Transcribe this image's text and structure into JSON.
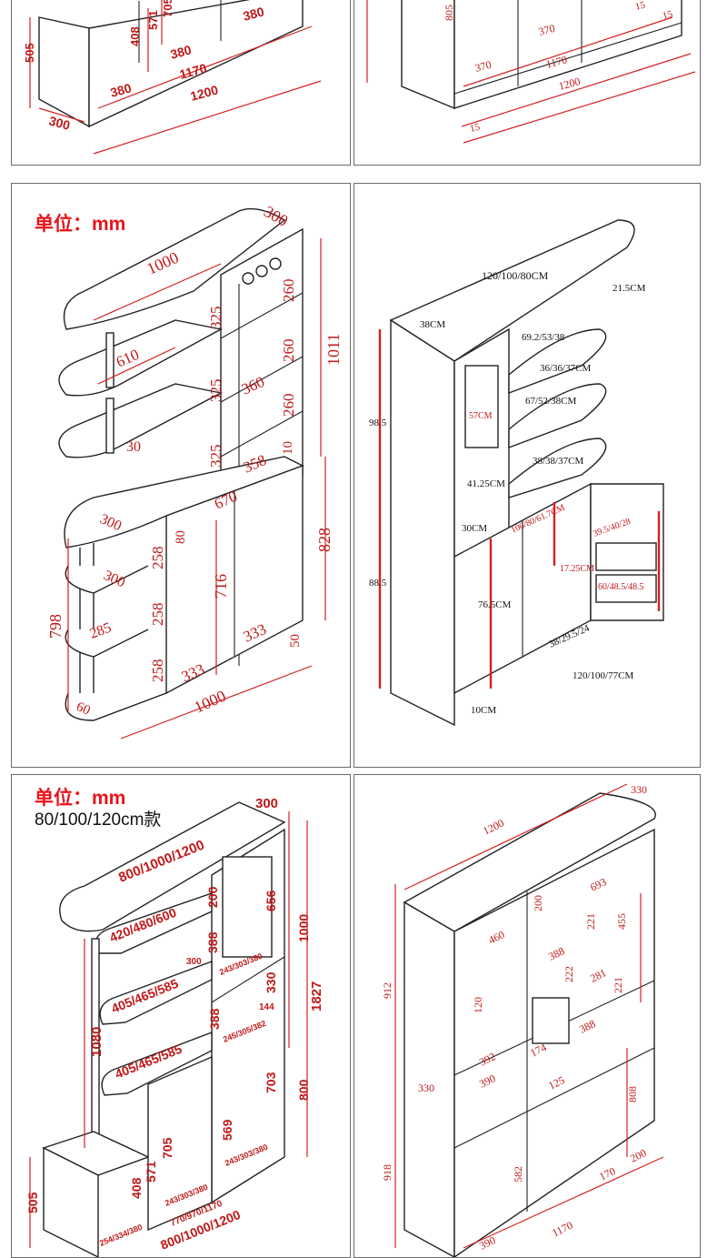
{
  "panels": [
    {
      "id": "p1",
      "unit": "",
      "subtitle": "",
      "dims": [
        "505",
        "408",
        "571",
        "705",
        "380",
        "380",
        "380",
        "1170",
        "1200",
        "300"
      ]
    },
    {
      "id": "p2",
      "unit": "",
      "subtitle": "",
      "dims": [
        "805",
        "370",
        "370",
        "1170",
        "1200",
        "15",
        "15",
        "15"
      ]
    },
    {
      "id": "p3",
      "unit": "单位：mm",
      "subtitle": "",
      "dims": [
        "300",
        "1000",
        "610",
        "30",
        "300",
        "260",
        "260",
        "260",
        "1011",
        "325",
        "325",
        "325",
        "360",
        "358",
        "10",
        "670",
        "828",
        "80",
        "258",
        "258",
        "258",
        "716",
        "300",
        "285",
        "798",
        "333",
        "333",
        "50",
        "60",
        "1000"
      ]
    },
    {
      "id": "p4",
      "unit": "",
      "subtitle": "",
      "dims": [
        "120/100/80CM",
        "21.5CM",
        "38CM",
        "69.2/53/38",
        "36/36/37CM",
        "67/52/38CM",
        "98.5",
        "57CM",
        "38/38/37CM",
        "41.25CM",
        "30CM",
        "100/80/61.7CM",
        "39.5/40/28",
        "17.25CM",
        "88.5",
        "76.5CM",
        "60/48.5/48.5",
        "38/29.5/24",
        "120/100/77CM",
        "10CM"
      ]
    },
    {
      "id": "p5",
      "unit": "单位：mm",
      "subtitle": "80/100/120cm款",
      "dims": [
        "300",
        "800/1000/1200",
        "200",
        "656",
        "1000",
        "420/480/600",
        "388",
        "300",
        "243/303/380",
        "330",
        "1827",
        "405/465/585",
        "144",
        "388",
        "245/305/382",
        "1080",
        "405/465/585",
        "703",
        "800",
        "705",
        "569",
        "571",
        "243/303/380",
        "408",
        "505",
        "243/303/380",
        "254/334/380",
        "770/970/1170",
        "800/1000/1200"
      ]
    },
    {
      "id": "p6",
      "unit": "",
      "subtitle": "",
      "dims": [
        "330",
        "1200",
        "200",
        "693",
        "460",
        "388",
        "221",
        "455",
        "912",
        "120",
        "222",
        "281",
        "221",
        "388",
        "392",
        "174",
        "390",
        "125",
        "808",
        "330",
        "918",
        "582",
        "170",
        "200",
        "390",
        "1170"
      ]
    }
  ]
}
